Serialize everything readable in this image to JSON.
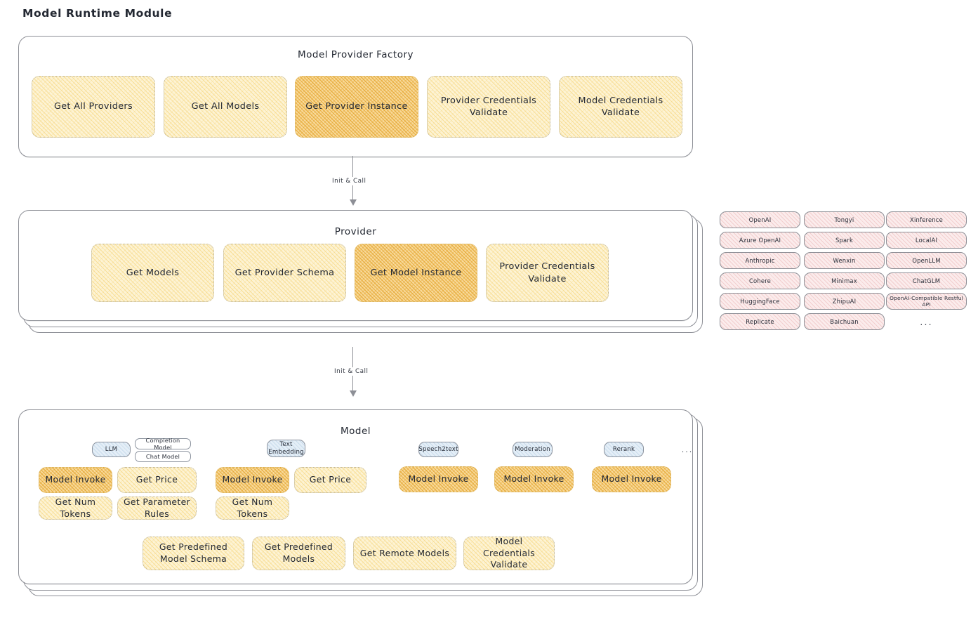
{
  "page": {
    "title": "Model Runtime Module"
  },
  "factory": {
    "title": "Model Provider Factory",
    "nodes": [
      {
        "label": "Get All Providers",
        "highlight": false
      },
      {
        "label": "Get All Models",
        "highlight": false
      },
      {
        "label": "Get Provider Instance",
        "highlight": true
      },
      {
        "label": "Provider Credentials Validate",
        "highlight": false
      },
      {
        "label": "Model Credentials Validate",
        "highlight": false
      }
    ]
  },
  "arrows": [
    {
      "label": "Init & Call"
    },
    {
      "label": "Init & Call"
    }
  ],
  "provider": {
    "title": "Provider",
    "nodes": [
      {
        "label": "Get Models",
        "highlight": false
      },
      {
        "label": "Get Provider Schema",
        "highlight": false
      },
      {
        "label": "Get Model Instance",
        "highlight": true
      },
      {
        "label": "Provider Credentials Validate",
        "highlight": false
      }
    ]
  },
  "provider_list": {
    "columns": [
      [
        "OpenAI",
        "Azure OpenAI",
        "Anthropic",
        "Cohere",
        "HuggingFace",
        "Replicate"
      ],
      [
        "Tongyi",
        "Spark",
        "Wenxin",
        "Minimax",
        "ZhipuAI",
        "Baichuan"
      ],
      [
        "Xinference",
        "LocalAI",
        "OpenLLM",
        "ChatGLM",
        "OpenAI-Compatible Restful API"
      ]
    ],
    "more": "..."
  },
  "model": {
    "title": "Model",
    "more": "...",
    "groups": [
      {
        "chip": "LLM",
        "subchips": [
          "Completion Model",
          "Chat Model"
        ],
        "nodes": [
          {
            "label": "Model Invoke",
            "highlight": true
          },
          {
            "label": "Get Price",
            "highlight": false
          },
          {
            "label": "Get Num Tokens",
            "highlight": false
          },
          {
            "label": "Get Parameter Rules",
            "highlight": false
          }
        ]
      },
      {
        "chip": "Text Embedding",
        "subchips": [],
        "nodes": [
          {
            "label": "Model Invoke",
            "highlight": true
          },
          {
            "label": "Get Price",
            "highlight": false
          },
          {
            "label": "Get Num Tokens",
            "highlight": false
          }
        ]
      },
      {
        "chip": "Speech2text",
        "subchips": [],
        "nodes": [
          {
            "label": "Model Invoke",
            "highlight": true
          }
        ]
      },
      {
        "chip": "Moderation",
        "subchips": [],
        "nodes": [
          {
            "label": "Model Invoke",
            "highlight": true
          }
        ]
      },
      {
        "chip": "Rerank",
        "subchips": [],
        "nodes": [
          {
            "label": "Model Invoke",
            "highlight": true
          }
        ]
      }
    ],
    "shared_nodes": [
      {
        "label": "Get Predefined Model Schema"
      },
      {
        "label": "Get Predefined Models"
      },
      {
        "label": "Get Remote Models"
      },
      {
        "label": "Model Credentials Validate"
      }
    ]
  },
  "colors": {
    "node_fill": "#fdf3d4",
    "node_highlight_fill": "#f8d999",
    "chip_fill": "#e4eef7",
    "provider_chip_fill": "#fbecec",
    "stroke": "#8d8f96"
  }
}
